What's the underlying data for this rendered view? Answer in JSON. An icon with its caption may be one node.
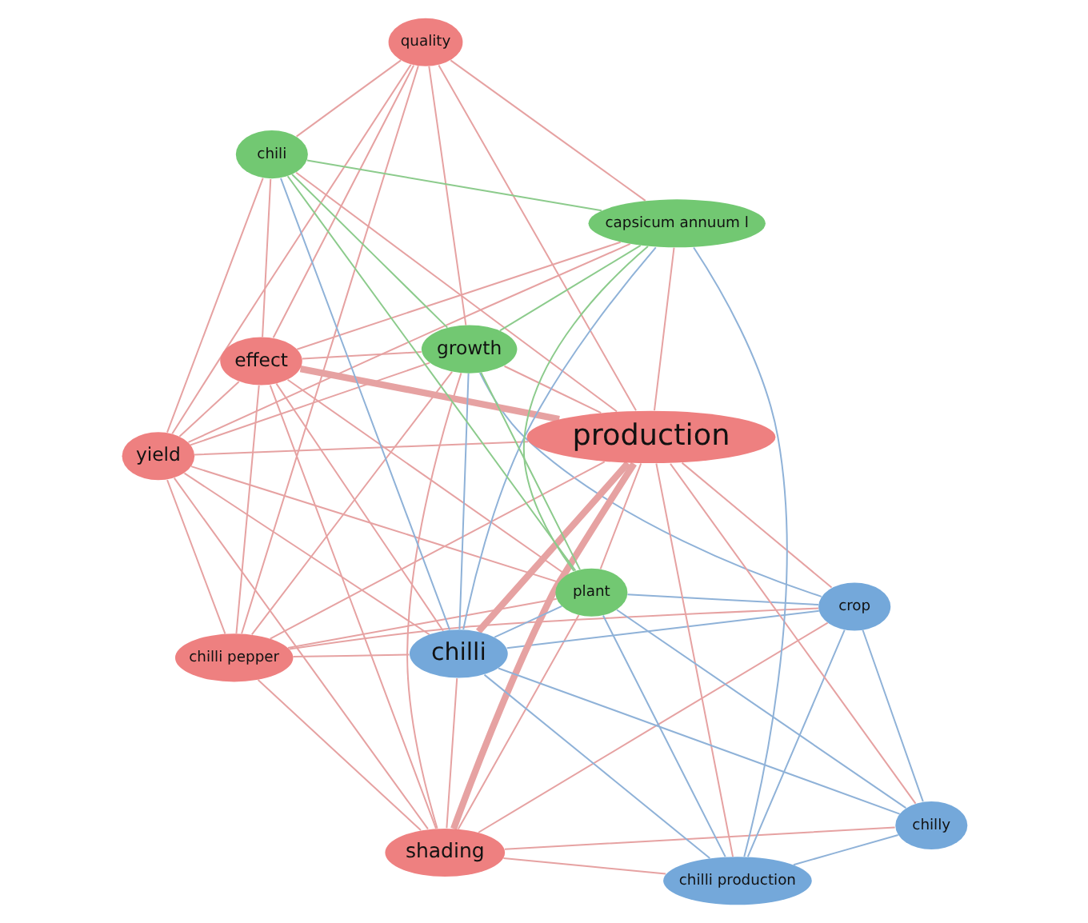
{
  "diagram": {
    "nodes": [
      {
        "text": [
          "chilli pepper"
        ]
      },
      {
        "text": [
          "quality"
        ]
      },
      {
        "text": [
          "shading"
        ]
      },
      {
        "text": [
          "effect"
        ]
      },
      {
        "text": [
          "crop"
        ]
      },
      {
        "text": [
          "production"
        ]
      },
      {
        "text": [
          "yield"
        ]
      },
      {
        "text": [
          "chilly"
        ]
      },
      {
        "text": [
          "chilli"
        ]
      },
      {
        "text": [
          "growth"
        ]
      },
      {
        "text": [
          "chilli production"
        ]
      },
      {
        "text": [
          "chili"
        ]
      },
      {
        "text": [
          "capsicum annuum l"
        ]
      },
      {
        "text": [
          "plant"
        ]
      }
    ],
    "edges": [
      {
        "from": 5,
        "to": 0,
        "arrow": "none"
      },
      {
        "from": 5,
        "to": 1,
        "arrow": "none"
      },
      {
        "from": 5,
        "to": 2,
        "arrow": "none",
        "style": "thick"
      },
      {
        "from": 5,
        "to": 3,
        "arrow": "none",
        "style": "thick"
      },
      {
        "from": 5,
        "to": 4,
        "arrow": "none"
      },
      {
        "from": 5,
        "to": 6,
        "arrow": "none"
      },
      {
        "from": 5,
        "to": 7,
        "arrow": "none"
      },
      {
        "from": 5,
        "to": 8,
        "arrow": "none",
        "style": "thick"
      },
      {
        "from": 5,
        "to": 9,
        "arrow": "none"
      },
      {
        "from": 5,
        "to": 10,
        "arrow": "none"
      },
      {
        "from": 5,
        "to": 11,
        "arrow": "none"
      },
      {
        "from": 5,
        "to": 12,
        "arrow": "none"
      },
      {
        "from": 5,
        "to": 13,
        "arrow": "none"
      },
      {
        "from": 2,
        "to": 0,
        "arrow": "none"
      },
      {
        "from": 2,
        "to": 3,
        "arrow": "none"
      },
      {
        "from": 2,
        "to": 4,
        "arrow": "none"
      },
      {
        "from": 2,
        "to": 6,
        "arrow": "none"
      },
      {
        "from": 2,
        "to": 7,
        "arrow": "none"
      },
      {
        "from": 2,
        "to": 8,
        "arrow": "none"
      },
      {
        "from": 2,
        "to": 9,
        "arrow": "none"
      },
      {
        "from": 2,
        "to": 10,
        "arrow": "none"
      },
      {
        "from": 2,
        "to": 13,
        "arrow": "none"
      },
      {
        "from": 3,
        "to": 0,
        "arrow": "none"
      },
      {
        "from": 3,
        "to": 1,
        "arrow": "none"
      },
      {
        "from": 3,
        "to": 6,
        "arrow": "none"
      },
      {
        "from": 3,
        "to": 8,
        "arrow": "none"
      },
      {
        "from": 3,
        "to": 9,
        "arrow": "none"
      },
      {
        "from": 3,
        "to": 11,
        "arrow": "none"
      },
      {
        "from": 3,
        "to": 12,
        "arrow": "none"
      },
      {
        "from": 3,
        "to": 13,
        "arrow": "none"
      },
      {
        "from": 0,
        "to": 1,
        "arrow": "none"
      },
      {
        "from": 0,
        "to": 4,
        "arrow": "none"
      },
      {
        "from": 0,
        "to": 6,
        "arrow": "none"
      },
      {
        "from": 0,
        "to": 8,
        "arrow": "none"
      },
      {
        "from": 0,
        "to": 9,
        "arrow": "none"
      },
      {
        "from": 0,
        "to": 13,
        "arrow": "none"
      },
      {
        "from": 1,
        "to": 6,
        "arrow": "none"
      },
      {
        "from": 1,
        "to": 9,
        "arrow": "none"
      },
      {
        "from": 1,
        "to": 11,
        "arrow": "none"
      },
      {
        "from": 1,
        "to": 12,
        "arrow": "none"
      },
      {
        "from": 6,
        "to": 8,
        "arrow": "none"
      },
      {
        "from": 6,
        "to": 9,
        "arrow": "none"
      },
      {
        "from": 6,
        "to": 11,
        "arrow": "none"
      },
      {
        "from": 6,
        "to": 12,
        "arrow": "none"
      },
      {
        "from": 6,
        "to": 13,
        "arrow": "none"
      },
      {
        "from": 4,
        "to": 7,
        "arrow": "none",
        "color": "#8fb2d8"
      },
      {
        "from": 4,
        "to": 8,
        "arrow": "none",
        "color": "#8fb2d8"
      },
      {
        "from": 4,
        "to": 10,
        "arrow": "none",
        "color": "#8fb2d8"
      },
      {
        "from": 4,
        "to": 13,
        "arrow": "none",
        "color": "#8fb2d8"
      },
      {
        "from": 4,
        "to": 9,
        "arrow": "none",
        "color": "#8fb2d8"
      },
      {
        "from": 7,
        "to": 8,
        "arrow": "none",
        "color": "#8fb2d8"
      },
      {
        "from": 7,
        "to": 10,
        "arrow": "none",
        "color": "#8fb2d8"
      },
      {
        "from": 7,
        "to": 13,
        "arrow": "none",
        "color": "#8fb2d8"
      },
      {
        "from": 8,
        "to": 9,
        "arrow": "none",
        "color": "#8fb2d8"
      },
      {
        "from": 8,
        "to": 10,
        "arrow": "none",
        "color": "#8fb2d8"
      },
      {
        "from": 8,
        "to": 12,
        "arrow": "none",
        "color": "#8fb2d8"
      },
      {
        "from": 8,
        "to": 13,
        "arrow": "none",
        "color": "#8fb2d8"
      },
      {
        "from": 8,
        "to": 11,
        "arrow": "none",
        "color": "#8fb2d8"
      },
      {
        "from": 10,
        "to": 13,
        "arrow": "none",
        "color": "#8fb2d8"
      },
      {
        "from": 10,
        "to": 12,
        "arrow": "none",
        "color": "#8fb2d8"
      },
      {
        "from": 9,
        "to": 11,
        "arrow": "none",
        "color": "#8ccb8c"
      },
      {
        "from": 9,
        "to": 12,
        "arrow": "none",
        "color": "#8ccb8c"
      },
      {
        "from": 9,
        "to": 13,
        "arrow": "none",
        "color": "#8ccb8c"
      },
      {
        "from": 11,
        "to": 12,
        "arrow": "none",
        "color": "#8ccb8c"
      },
      {
        "from": 11,
        "to": 13,
        "arrow": "none",
        "color": "#8ccb8c"
      },
      {
        "from": 12,
        "to": 13,
        "arrow": "none",
        "color": "#8ccb8c"
      }
    ]
  }
}
